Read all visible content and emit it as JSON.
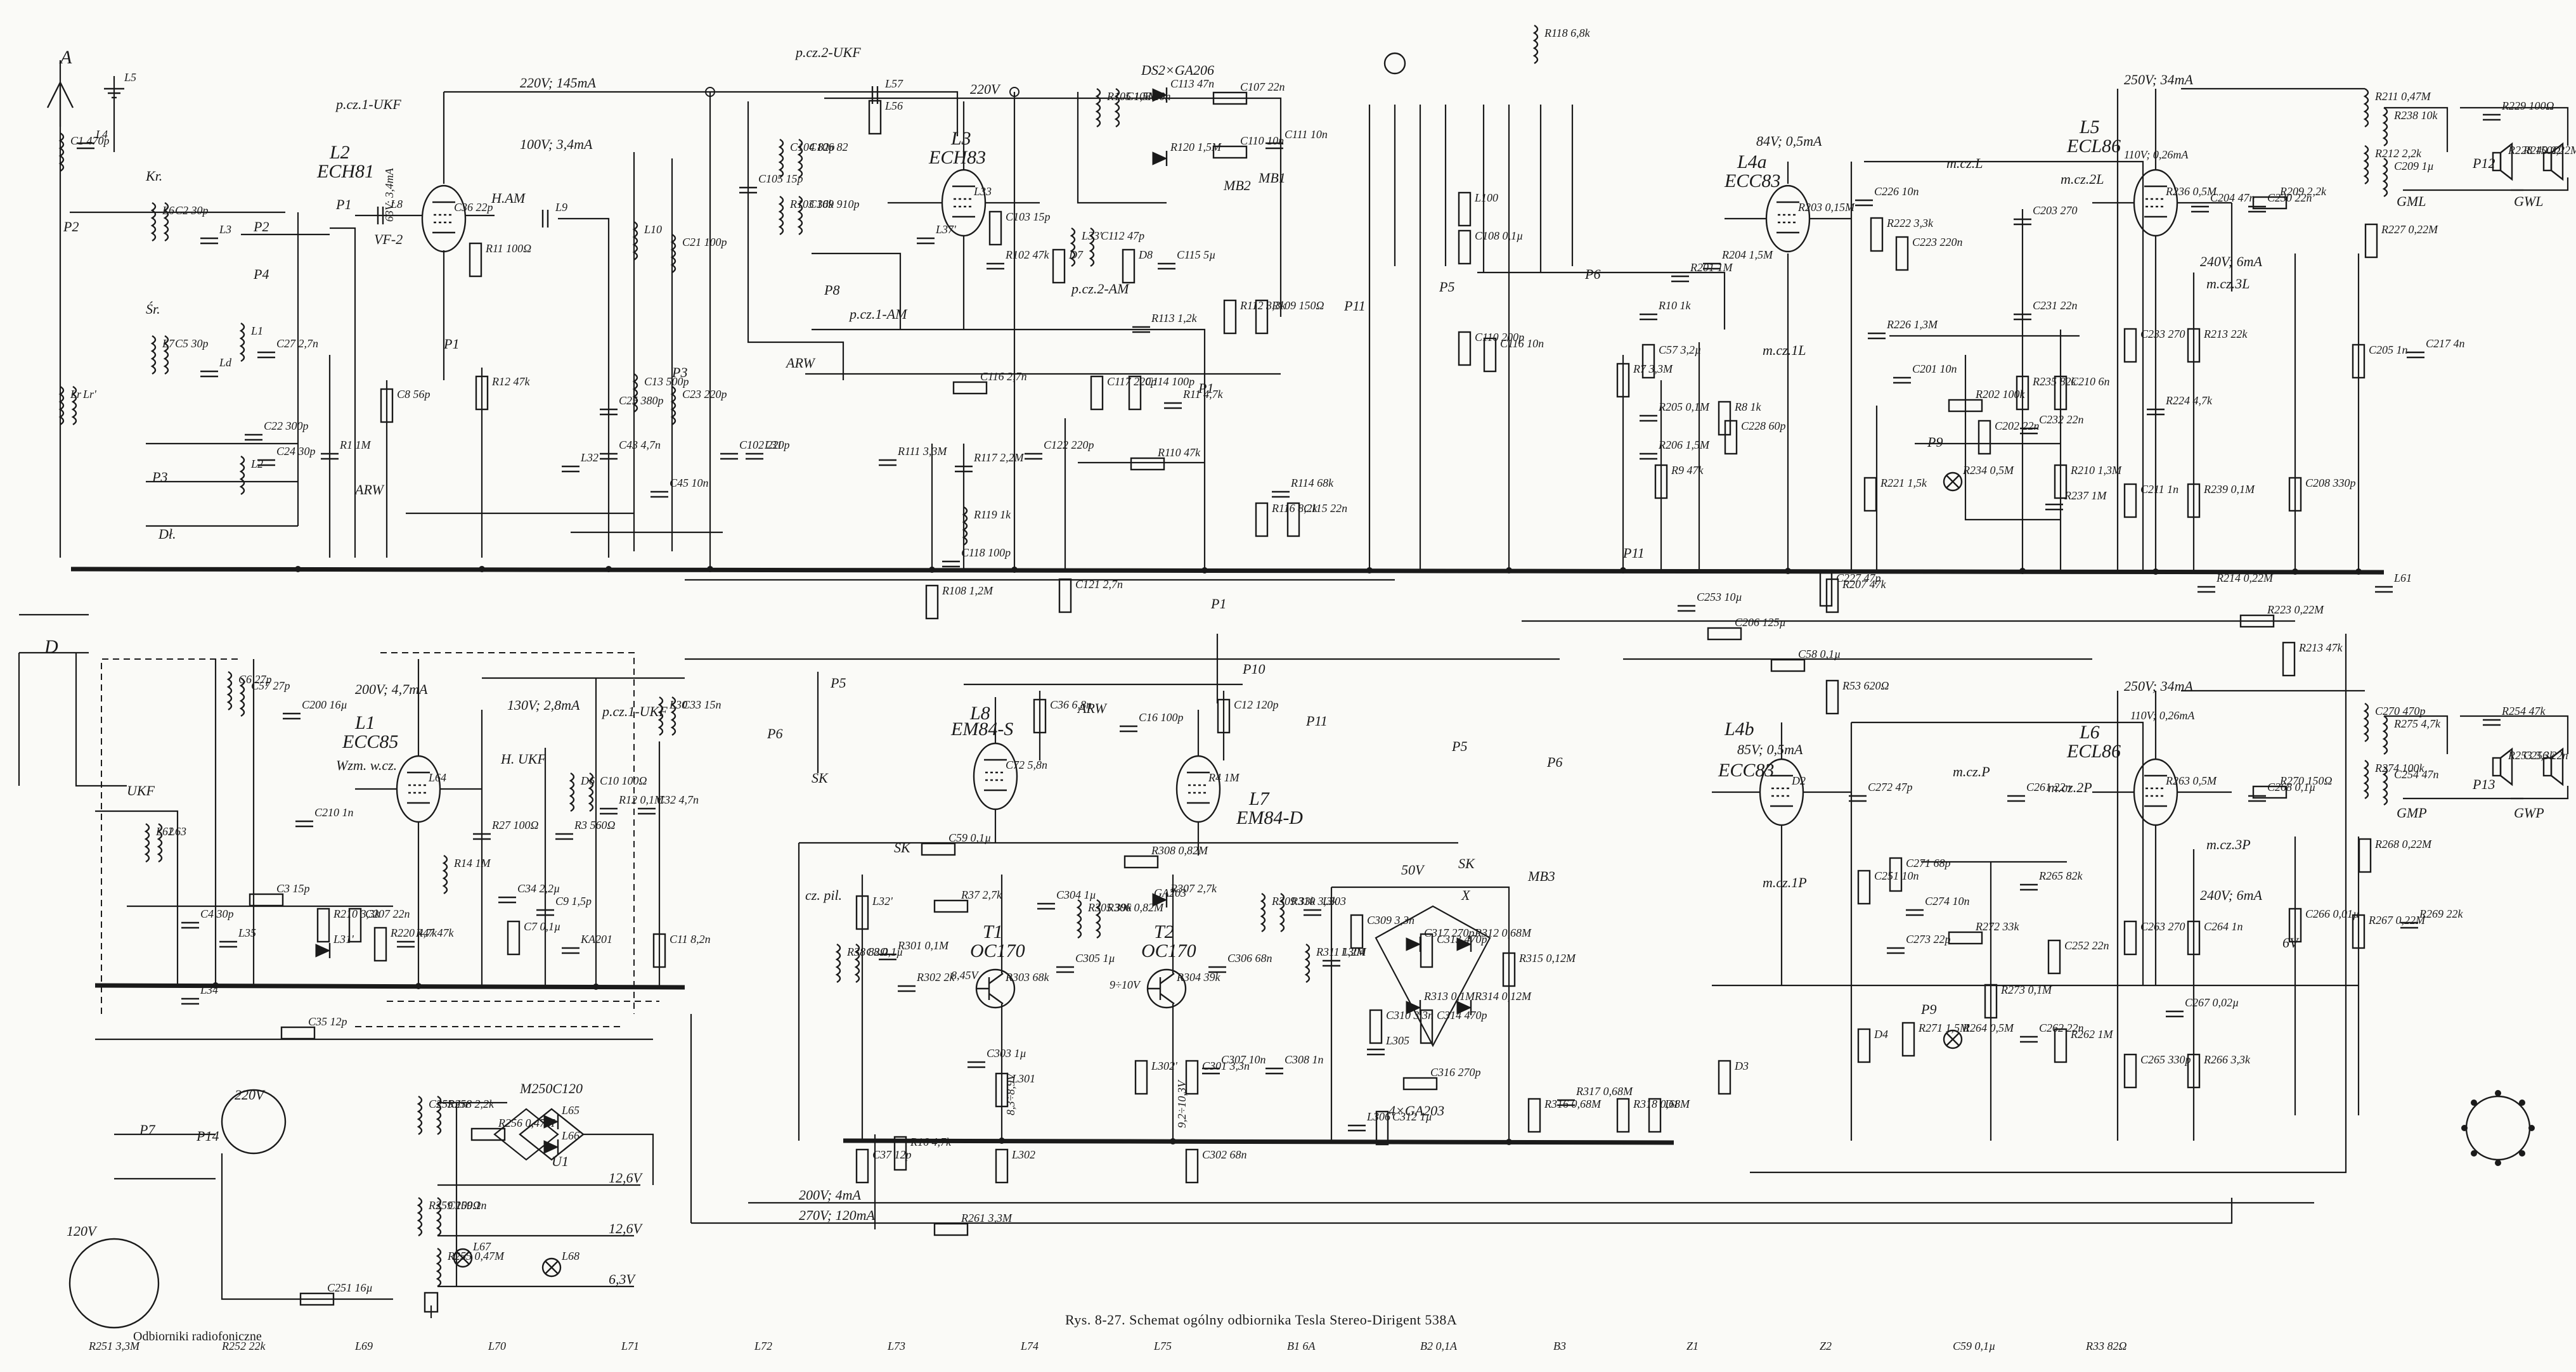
{
  "caption": "Rys. 8-27. Schemat ogólny odbiornika Tesla Stereo-Dirigent 538A",
  "footer": "Odbiorniki radiofoniczne",
  "voltages": {
    "v220_145": "220V; 145mA",
    "v100_34": "100V; 3,4mA",
    "v63_34": "63V; 3,4mA",
    "v250_34a": "250V; 34mA",
    "v250_34b": "250V; 34mA",
    "v240_6a": "240V; 6mA",
    "v240_6b": "240V; 6mA",
    "v200_47": "200V; 4,7mA",
    "v130_28": "130V; 2,8mA",
    "v200_4": "200V; 4mA",
    "v270_120": "270V; 120mA",
    "v85_05a": "84V; 0,5mA",
    "v85_05b": "85V; 0,5mA",
    "v110_026a": "110V; 0,26mA",
    "v110_026b": "110V; 0,26mA",
    "v220": "220V",
    "v50": "50V",
    "v6": "6V",
    "v126a": "12,6V",
    "v126b": "12,6V",
    "v63": "6,3V",
    "mains_220": "220V",
    "mains_120": "120V",
    "t1_v1": "8,45V",
    "t1_v2": "8,3÷8,9V",
    "t2_v1": "9÷10V",
    "t2_v2": "9,2÷10,3V"
  },
  "tubes": {
    "L2": "L2",
    "L2_type": "ECH81",
    "L1": "L1",
    "L1_type": "ECC85",
    "L3": "L3",
    "L3_type": "ECH83",
    "L4a": "L4a",
    "L4a_type": "ECC83",
    "L4b": "L4b",
    "L4b_type": "ECC83",
    "L5": "L5",
    "L5_type": "ECL86",
    "L6": "L6",
    "L6_type": "ECL86",
    "L7": "L7",
    "L7_type": "EM84-D",
    "L8": "L8",
    "L8_type": "EM84-S",
    "T1": "T1",
    "T1_type": "OC170",
    "T2": "T2",
    "T2_type": "OC170",
    "U1": "U1",
    "U1_type": "M250C120",
    "diodes": "4×GA203",
    "ds": "DS2×GA206",
    "ga203": "GA203"
  },
  "sections": {
    "pcz1_ukf": "p.cz.1-UKF",
    "pcz2_ukf": "p.cz.2-UKF",
    "pcz1_ukf_b": "p.cz.1-UKF",
    "pcz2_am": "p.cz.2-AM",
    "pcz1_am": "p.cz.1-AM",
    "h_am": "H.AM",
    "h_ukf": "H. UKF",
    "wzm_wcz": "Wzm. w.cz.",
    "arw1": "ARW",
    "arw2": "ARW",
    "arw3": "ARW",
    "vf2": "VF-2",
    "mczL": "m.cz.L",
    "mcz1L": "m.cz.1L",
    "mcz2L": "m.cz.2L",
    "mcz3L": "m.cz.3L",
    "mczP": "m.cz.P",
    "mcz1P": "m.cz.1P",
    "mcz2P": "m.cz.2P",
    "mcz3P": "m.cz.3P",
    "ukf": "UKF",
    "kr": "Kr.",
    "sr": "Śr.",
    "dl": "Dł.",
    "sk1": "SK",
    "sk2": "SK",
    "sk3": "SK",
    "czpil": "cz. pil.",
    "mb1": "MB1",
    "mb2": "MB2",
    "mb3": "MB3",
    "gml": "GML",
    "gwl": "GWL",
    "gmp": "GMP",
    "gwp": "GWP",
    "A": "A",
    "D": "D",
    "X": "X"
  },
  "switches": {
    "P1a": "P1",
    "P1b": "P1",
    "P1c": "P1",
    "P1d": "P1",
    "P2a": "P2",
    "P2b": "P2",
    "P3a": "P3",
    "P3b": "P3",
    "P4": "P4",
    "P5a": "P5",
    "P5b": "P5",
    "P5c": "P5",
    "P6a": "P6",
    "P6b": "P6",
    "P6c": "P6",
    "P7": "P7",
    "P8": "P8",
    "P9a": "P9",
    "P9b": "P9",
    "P10": "P10",
    "P11a": "P11",
    "P11b": "P11",
    "P11c": "P11",
    "P12": "P12",
    "P13": "P13",
    "P14": "P14"
  },
  "components": [
    "C1 470p",
    "L4",
    "L5",
    "L6",
    "C2 30p",
    "L7",
    "C5 30p",
    "L1",
    "L2",
    "L3",
    "Ld",
    "C22 300p",
    "C27 2,7n",
    "C24 30p",
    "Lr",
    "Lr'",
    "R1 1M",
    "C36 22p",
    "R11 100Ω",
    "R12 47k",
    "C8 56p",
    "L8",
    "L9",
    "L10",
    "C13 500p",
    "C21 100p",
    "C23 220p",
    "C25 380p",
    "C43 4,7n",
    "C45 10n",
    "C102 220p",
    "L31",
    "L32",
    "L33",
    "C104 82p",
    "C106 82",
    "R103 36k",
    "C109 910p",
    "C105 15p",
    "L56",
    "L57",
    "L37'",
    "R102 47k",
    "C103 15p",
    "R105 1,5M",
    "C108 10n",
    "C113 47n",
    "R120 1,5M",
    "C107 22n",
    "C110 10n",
    "C111 10n",
    "L33'",
    "C112 47p",
    "D7",
    "D8",
    "R113 1,2k",
    "C115 5µ",
    "R112 3,3k",
    "R109 150Ω",
    "C117 220p",
    "C114 100p",
    "R11 4,7k",
    "R114 68k",
    "R116 8,2k",
    "C115 22n",
    "C116 2,7n",
    "R110 47k",
    "R111 3,3M",
    "R117 2,2M",
    "C122 220p",
    "C118 100p",
    "R108 1,2M",
    "C121 2,7n",
    "R119 1k",
    "R118 6,8k",
    "L100",
    "C108 0,1µ",
    "C110 200p",
    "C116 10n",
    "R7 3,3M",
    "C57 3,2µ",
    "R8 1k",
    "R9 47k",
    "R10 1k",
    "R205 0,1M",
    "R206 1,5M",
    "R201 1M",
    "R204 1,5M",
    "R203 0,15M",
    "C228 60p",
    "C227 47p",
    "C226 10n",
    "R222 3,3k",
    "C223 220n",
    "R226 1,3M",
    "C201 10n",
    "R221 1,5k",
    "C202 22n",
    "R202 100k",
    "C210 6n",
    "R210 1,3M",
    "C203 270",
    "C231 22n",
    "C232 22n",
    "R237 1M",
    "R235 82k",
    "R234 0,5M",
    "R236 0,5M",
    "C233 270",
    "R213 22k",
    "C211 1n",
    "R239 0,1M",
    "C208 330p",
    "C205 1n",
    "R227 0,22M",
    "R224 4,7k",
    "C217 4n",
    "C230 22n",
    "R209 2,2k",
    "C204 47n",
    "R211 0,47M",
    "R212 2,2k",
    "R238 10k",
    "C209 1µ",
    "R229 100Ω",
    "R228 150Ω",
    "R240 0,22M",
    "C206 125µ",
    "C58 0,1µ",
    "R207 47k",
    "R53 620Ω",
    "C253 10µ",
    "R223 0,22M",
    "R213 47k",
    "R214 0,22M",
    "L61",
    "L62",
    "L63",
    "L64",
    "C200 16µ",
    "C210 1n",
    "R210 3,3k",
    "C207 22n",
    "R220 4,7k",
    "R47 47k",
    "L31'",
    "C3 15p",
    "C4 30p",
    "L35",
    "L34",
    "C35 12p",
    "C6 27p",
    "C57 27p",
    "R14 1M",
    "R27 100Ω",
    "C34 2,2µ",
    "C7 0,1µ",
    "C9 1,5p",
    "R3 560Ω",
    "KA201",
    "D6",
    "C10 100Ω",
    "R12 0,1M",
    "C32 4,7n",
    "L30",
    "C33 15n",
    "C11 8,2n",
    "C72 5,8n",
    "R4 1M",
    "C36 6,8n",
    "C12 120p",
    "C16 100p",
    "L32'",
    "C37 12p",
    "R16 4,7k",
    "C59 0,1µ",
    "R37 2,7k",
    "R38 82Ω",
    "C8 0,1µ",
    "R301 0,1M",
    "R302 2k",
    "R303 68k",
    "R304 39k",
    "L301",
    "L302",
    "L302'",
    "C301 3,3n",
    "C302 68n",
    "C303 1µ",
    "C304 1µ",
    "C305 1µ",
    "C306 68n",
    "C307 10n",
    "C308 1n",
    "R305 39k",
    "R306 0,82M",
    "R307 2,7k",
    "R308 0,82M",
    "R309 33k",
    "R310 3,3k",
    "R311 1,2M",
    "L303",
    "L304",
    "L305",
    "L306",
    "C309 3,3n",
    "C310 3,3n",
    "C312 1µ",
    "C313 470p",
    "C314 470p",
    "C316 270p",
    "C317 270p",
    "R312 0,68M",
    "R313 0,1M",
    "R314 0,12M",
    "R315 0,12M",
    "R316 0,68M",
    "R317 0,68M",
    "R318 0,68M",
    "D1",
    "D2",
    "D3",
    "D4",
    "C251 10n",
    "C271 68p",
    "C272 47p",
    "C273 22p",
    "C274 10n",
    "R271 1,5M",
    "R272 33k",
    "R273 0,1M",
    "C252 22n",
    "R262 1M",
    "C261 22n",
    "R265 82k",
    "C262 22n",
    "R264 0,5M",
    "R263 0,5M",
    "C263 270",
    "C264 1n",
    "C265 330p",
    "R266 3,3k",
    "C266 0,01µ",
    "R267 0,22M",
    "R268 0,22M",
    "C267 0,02µ",
    "R269 22k",
    "C268 0,1µ",
    "R270 150Ω",
    "C270 470p",
    "R274 100k",
    "R275 4,7k",
    "C254 47n",
    "R254 47k",
    "R253 3,3k",
    "C256 22n",
    "C255 1n",
    "R258 2,2k",
    "R259 100Ω",
    "C259 1n",
    "R255 0,47M",
    "R256 0,47M",
    "L65",
    "L66",
    "L67",
    "L68",
    "C251 16µ",
    "R261 3,3M",
    "R251 3,3M",
    "R252 22k",
    "L69",
    "L70",
    "L71",
    "L72",
    "L73",
    "L74",
    "L75",
    "B1 6A",
    "B2 0,1A",
    "B3",
    "Z1",
    "Z2",
    "C59 0,1µ",
    "R33 82Ω"
  ]
}
